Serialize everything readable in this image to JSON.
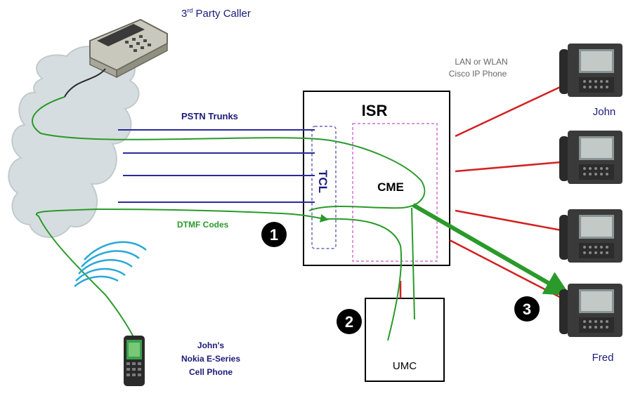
{
  "labels": {
    "third_party_main": "3",
    "third_party_sup": "rd",
    "third_party_rest": " Party Caller",
    "lan_line1": "LAN or WLAN",
    "lan_line2": "Cisco IP Phone",
    "pstn_trunks": "PSTN Trunks",
    "isr": "ISR",
    "tcl": "TCL",
    "cme": "CME",
    "dtmf_codes": "DTMF Codes",
    "umc": "UMC",
    "john": "John",
    "fred": "Fred",
    "mobile_line1": "John's",
    "mobile_line2": "Nokia E-Series",
    "mobile_line3": "Cell Phone",
    "step1": "1",
    "step2": "2",
    "step3": "3"
  },
  "colors": {
    "trunk_blue": "#2a2a9a",
    "call_green": "#2a9a2a",
    "lan_red": "#d42020",
    "label_navy": "#1a1a7a",
    "tcl_dash": "#6a6aba",
    "cme_dash": "#d070d0",
    "cloud_fill": "#d6dde0",
    "signal_blue": "#28a8d8"
  },
  "icons": {
    "desk_phone": "desk-phone-icon",
    "ip_phone": "ip-phone-icon",
    "cell_phone": "cell-phone-icon",
    "cloud": "pstn-cloud-icon",
    "wireless": "wireless-signal-icon"
  }
}
